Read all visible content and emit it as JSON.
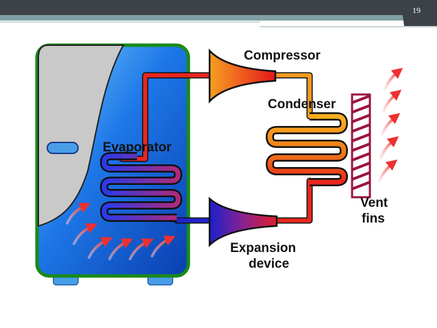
{
  "slide": {
    "page_number": "19",
    "colors": {
      "header_dark": "#3c4248",
      "header_teal": "#7f9fa4",
      "header_line": "#c7d6d7"
    }
  },
  "diagram": {
    "labels": {
      "compressor": "Compressor",
      "condenser": "Condenser",
      "evaporator": "Evaporator",
      "vent_fins_line1": "Vent",
      "vent_fins_line2": "fins",
      "expansion_line1": "Expansion",
      "expansion_line2": "device"
    },
    "colors": {
      "fridge_outline": "#1a8a1a",
      "fridge_body": "#1e78e8",
      "door_gray": "#c9c9c9",
      "door_handle": "#4a9ee8",
      "feet": "#4a9ee8",
      "pipe_hot": "#e8261e",
      "pipe_warm": "#f08a20",
      "pipe_cold": "#2222cc",
      "fins": "#9a1440",
      "heat_arrows": "#ee5050"
    }
  }
}
